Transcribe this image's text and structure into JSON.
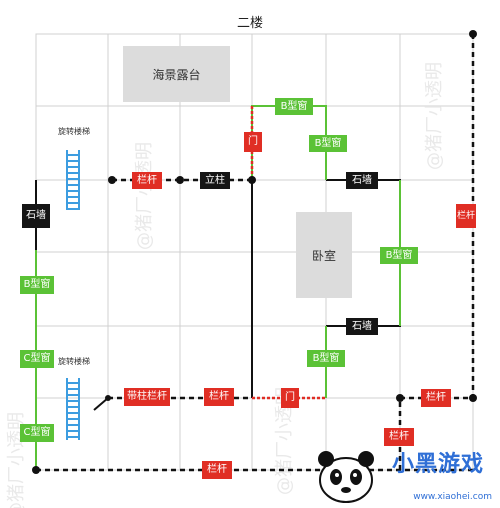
{
  "title": "二楼",
  "rooms": {
    "sea_terrace": "海景露台",
    "bedroom": "卧室"
  },
  "notes": {
    "spiral_top": "旋转楼梯",
    "spiral_bottom": "旋转楼梯"
  },
  "labels": {
    "railing_1": "栏杆",
    "pillar": "立柱",
    "door_1": "门",
    "b_window_top": "B型窗",
    "b_window_2": "B型窗",
    "stone_wall_top": "石墙",
    "stone_wall_left": "石墙",
    "railing_right": "栏杆",
    "b_window_right": "B型窗",
    "b_window_left": "B型窗",
    "stone_wall_bottom": "石墙",
    "c_window_1": "C型窗",
    "c_window_2": "C型窗",
    "b_window_far_left": "B型窗",
    "railing_pillar": "带柱栏杆",
    "railing_2": "栏杆",
    "door_2": "门",
    "railing_3": "栏杆",
    "railing_4": "栏杆",
    "railing_bottom": "栏杆"
  },
  "watermark": "@猪厂小透明",
  "logo": {
    "text": "小黑游戏",
    "url": "www.xiaohei.com"
  },
  "colors": {
    "green": "#5bc236",
    "red": "#e02e24",
    "black": "#151515",
    "grid": "#d0d0d0",
    "stair": "#3d9de0"
  }
}
